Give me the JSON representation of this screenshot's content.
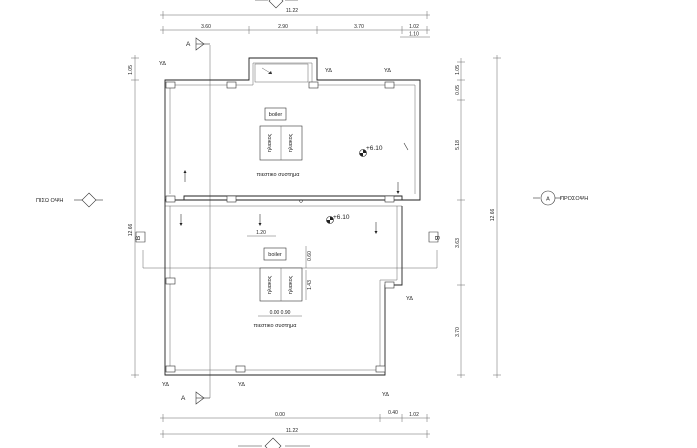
{
  "dimensions_top": {
    "overall": "11.22",
    "segments": [
      "3.60",
      "2.90",
      "3.70",
      "1.02"
    ],
    "sub_segment": "1.10"
  },
  "dimensions_bottom": {
    "overall": "11.22",
    "segments": [
      "0.00",
      "0.40",
      "1.02"
    ]
  },
  "dimensions_left": {
    "overall": "12.66",
    "top": "1.05"
  },
  "dimensions_right": {
    "overall": "12.66",
    "segments": [
      "0.05",
      "1.05",
      "5.18",
      "3.63",
      "3.70"
    ]
  },
  "section_marker": {
    "label": "A"
  },
  "elevations": {
    "left_label": "ΠΙΣΩ ΟΨΗ",
    "right_label": "ΠΡΟΣΟΨΗ",
    "right_marker": "A",
    "side_marker": "B"
  },
  "column_tag": "ΥΔ",
  "levels": {
    "upper": "+6.10",
    "lower": "+6.10"
  },
  "upper_unit": {
    "boiler_label": "boiler",
    "panel_label_1": "ηλιακος",
    "panel_label_2": "ηλιακος",
    "system_label": "πιεστικο συστημα"
  },
  "lower_unit": {
    "boiler_label": "boiler",
    "panel_label_1": "ηλιακος",
    "panel_label_2": "ηλιακος",
    "system_label": "πιεστικο συστημα",
    "dim_width": "1.20",
    "dim_gap": "0.60",
    "dim_height": "1.43",
    "dim_base": "0.00   0.90"
  }
}
